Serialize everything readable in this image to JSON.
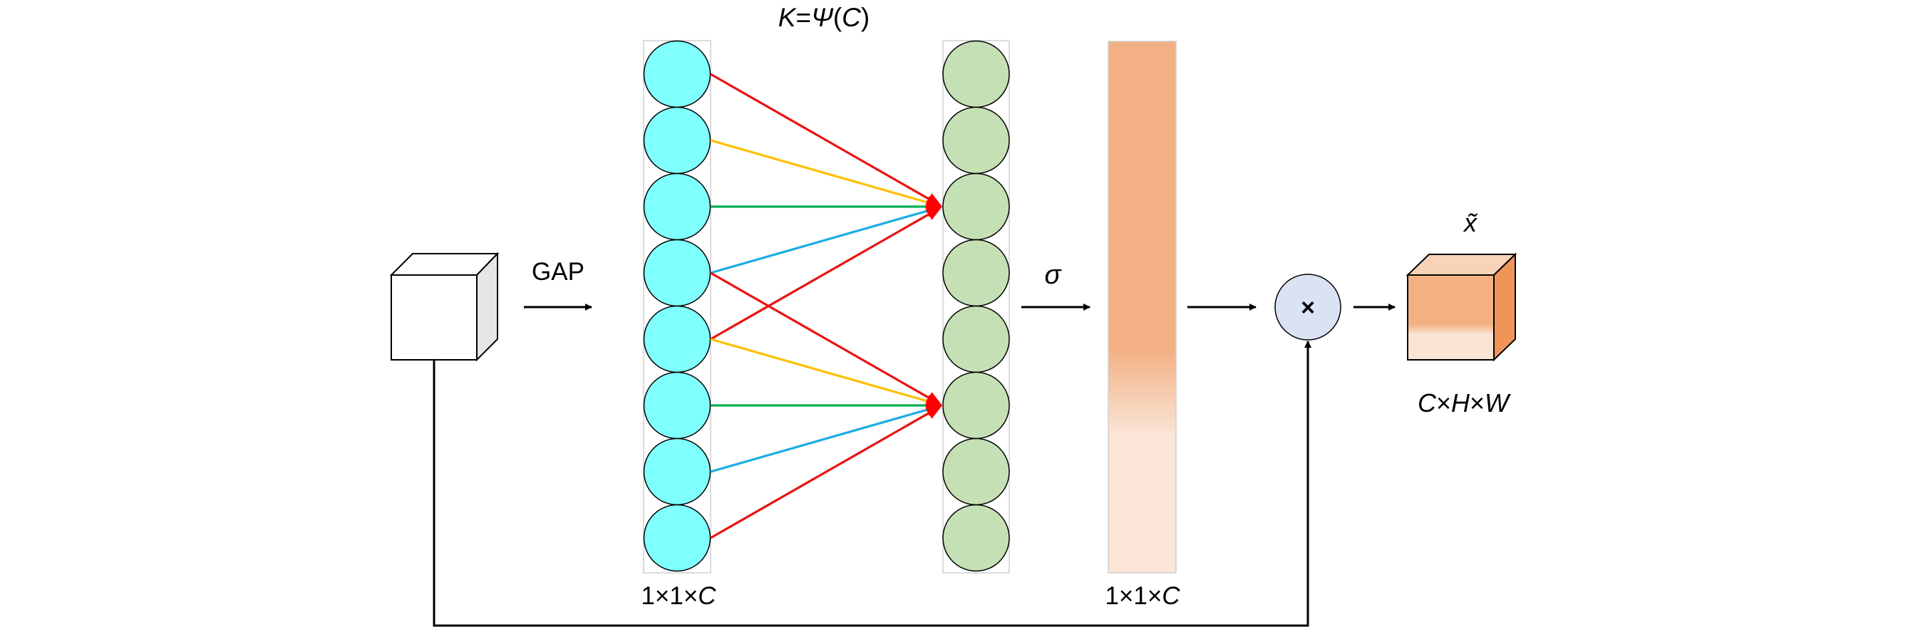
{
  "title": "Efficient channel attention (ECA) module diagram",
  "labels": {
    "kernel_formula": {
      "k": "K",
      "eq": "=",
      "psi": "Ψ",
      "lp": "(",
      "c": "C",
      "rp": ")"
    },
    "gap": "GAP",
    "sigma": "σ",
    "multiply": "×",
    "output_symbol": "x̃",
    "left_vector_dims": {
      "a": "1×1×",
      "c": "C"
    },
    "weights_vector_dims": {
      "a": "1×1×",
      "c": "C"
    },
    "output_dims": {
      "c": "C",
      "x1": "×",
      "h": "H",
      "x2": "×",
      "w": "W"
    }
  },
  "input_vector": {
    "nodes": 8,
    "color": "#80FFFF"
  },
  "conv_vector": {
    "nodes": 8,
    "color": "#C5E0B4"
  },
  "connections": [
    {
      "from": 0,
      "to": 2,
      "color": "#E81414"
    },
    {
      "from": 1,
      "to": 2,
      "color": "#FFC000"
    },
    {
      "from": 2,
      "to": 2,
      "color": "#00B050"
    },
    {
      "from": 3,
      "to": 2,
      "color": "#1CADE4"
    },
    {
      "from": 4,
      "to": 2,
      "color": "#E81414"
    },
    {
      "from": 3,
      "to": 5,
      "color": "#E81414"
    },
    {
      "from": 4,
      "to": 5,
      "color": "#FFC000"
    },
    {
      "from": 5,
      "to": 5,
      "color": "#00B050"
    },
    {
      "from": 6,
      "to": 5,
      "color": "#1CADE4"
    },
    {
      "from": 7,
      "to": 5,
      "color": "#E81414"
    }
  ],
  "arrowhead_color": "#FF0000",
  "colors": {
    "weights_bar_top": "#F2B084",
    "weights_bar_bottom": "#FAE5D6",
    "multiply_fill": "#DAE3F3",
    "output_front_top": "#F3B183",
    "output_front_bottom": "#FAE4D4",
    "output_top_face": "#F9D3B8",
    "output_side_face": "#F0955A",
    "input_side_face": "#E6E6E6"
  }
}
